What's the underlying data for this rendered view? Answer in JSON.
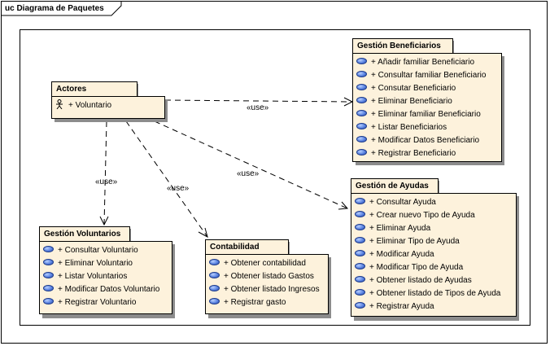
{
  "diagram": {
    "title": "uc Diagrama de Paquetes",
    "use_label": "«use»",
    "colors": {
      "package_fill": "#fdf2dc",
      "usecase_blue": "#5a82e0",
      "shadow": "#8c8c8c"
    },
    "packages": {
      "actores": {
        "name": "Actores",
        "items": [
          "+ Voluntario"
        ]
      },
      "beneficiarios": {
        "name": "Gestión Beneficiarios",
        "items": [
          "+ Añadir familiar Beneficiario",
          "+ Consultar familiar Beneficiario",
          "+ Consutar Beneficiario",
          "+ Eliminar Beneficiario",
          "+ Eliminar familiar Beneficiario",
          "+ Listar Beneficiarios",
          "+ Modificar Datos Beneficiario",
          "+ Registrar Beneficiario"
        ]
      },
      "ayudas": {
        "name": "Gestión de Ayudas",
        "items": [
          "+ Consultar Ayuda",
          "+ Crear nuevo Tipo de Ayuda",
          "+ Eliminar Ayuda",
          "+ Eliminar Tipo de Ayuda",
          "+ Modificar Ayuda",
          "+ Modificar Tipo de Ayuda",
          "+ Obtener listado de Ayudas",
          "+ Obtener listado de Tipos de Ayuda",
          "+ Registrar Ayuda"
        ]
      },
      "voluntarios": {
        "name": "Gestión Voluntarios",
        "items": [
          "+ Consultar Voluntario",
          "+ Eliminar Voluntario",
          "+ Listar Voluntarios",
          "+ Modificar Datos Voluntario",
          "+ Registrar Voluntario"
        ]
      },
      "contabilidad": {
        "name": "Contabilidad",
        "items": [
          "+ Obtener contabilidad",
          "+ Obtener listado Gastos",
          "+ Obtener listado Ingresos",
          "+ Registrar gasto"
        ]
      }
    }
  }
}
